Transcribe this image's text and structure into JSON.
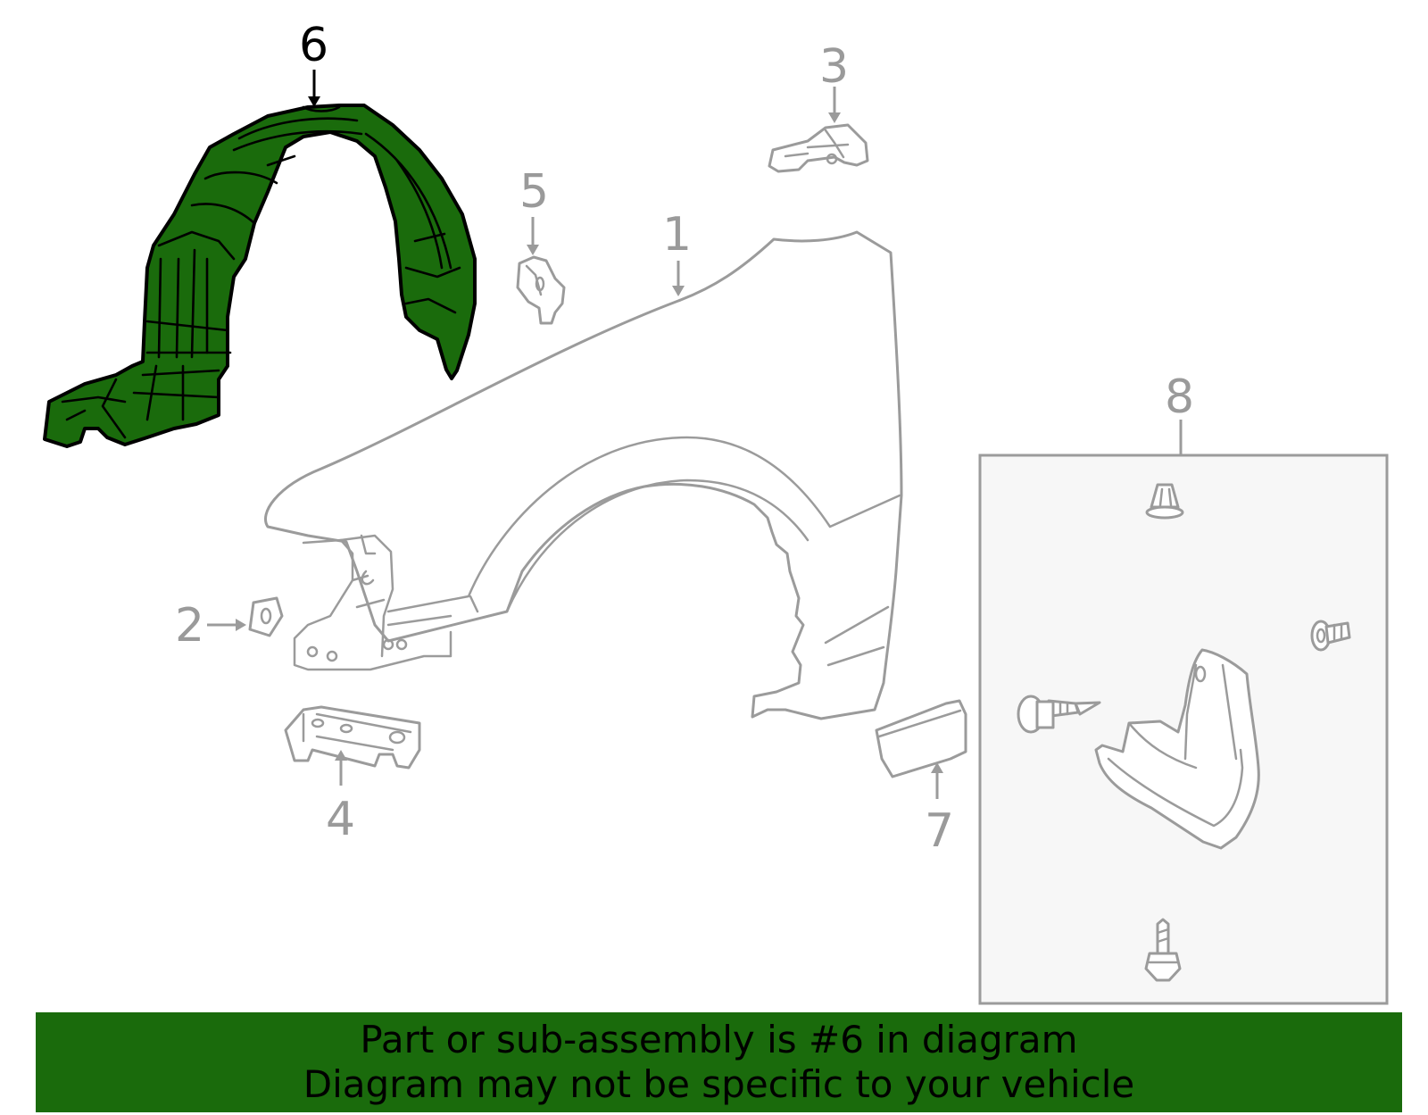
{
  "diagram": {
    "callouts": [
      "1",
      "2",
      "3",
      "4",
      "5",
      "6",
      "7",
      "8"
    ],
    "highlighted_callout": "6",
    "colors": {
      "highlight_fill": "#1a6b0c",
      "banner_fill": "#1a6b0c",
      "inactive_line": "#9b9b9b",
      "kit_box_fill": "#f7f7f7"
    },
    "parts": [
      {
        "callout": "1",
        "icon": "front-fender-icon"
      },
      {
        "callout": "2",
        "icon": "seal-pad-icon"
      },
      {
        "callout": "3",
        "icon": "upper-bracket-icon"
      },
      {
        "callout": "4",
        "icon": "lower-bracket-icon"
      },
      {
        "callout": "5",
        "icon": "retainer-clip-icon"
      },
      {
        "callout": "6",
        "icon": "fender-liner-icon"
      },
      {
        "callout": "7",
        "icon": "side-molding-icon"
      },
      {
        "callout": "8",
        "icon": "mud-guard-kit-icon"
      }
    ]
  },
  "banner": {
    "line1": "Part or sub-assembly is #6 in diagram",
    "line2": "Diagram may not be specific to your vehicle"
  }
}
